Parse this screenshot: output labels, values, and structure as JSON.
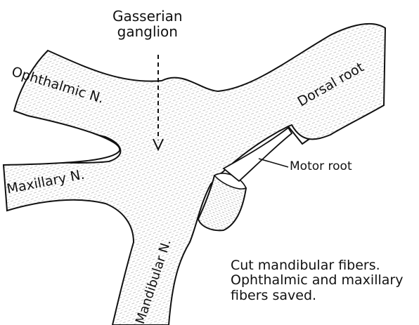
{
  "labels": {
    "gasserian_line1": "Gasserian",
    "gasserian_line2": "ganglion",
    "ophthalmic": "Ophthalmic N.",
    "maxillary": "Maxillary N.",
    "mandibular": "Mandibular N.",
    "dorsal_root": "Dorsal root",
    "motor_root": "Motor root"
  },
  "note": {
    "line1": "Cut mandibular fibers.",
    "line2": "Ophthalmic and maxillary",
    "line3": "fibers saved."
  },
  "colors": {
    "ink": "#111111",
    "background": "#ffffff",
    "stipple": "#9a9a9a"
  }
}
